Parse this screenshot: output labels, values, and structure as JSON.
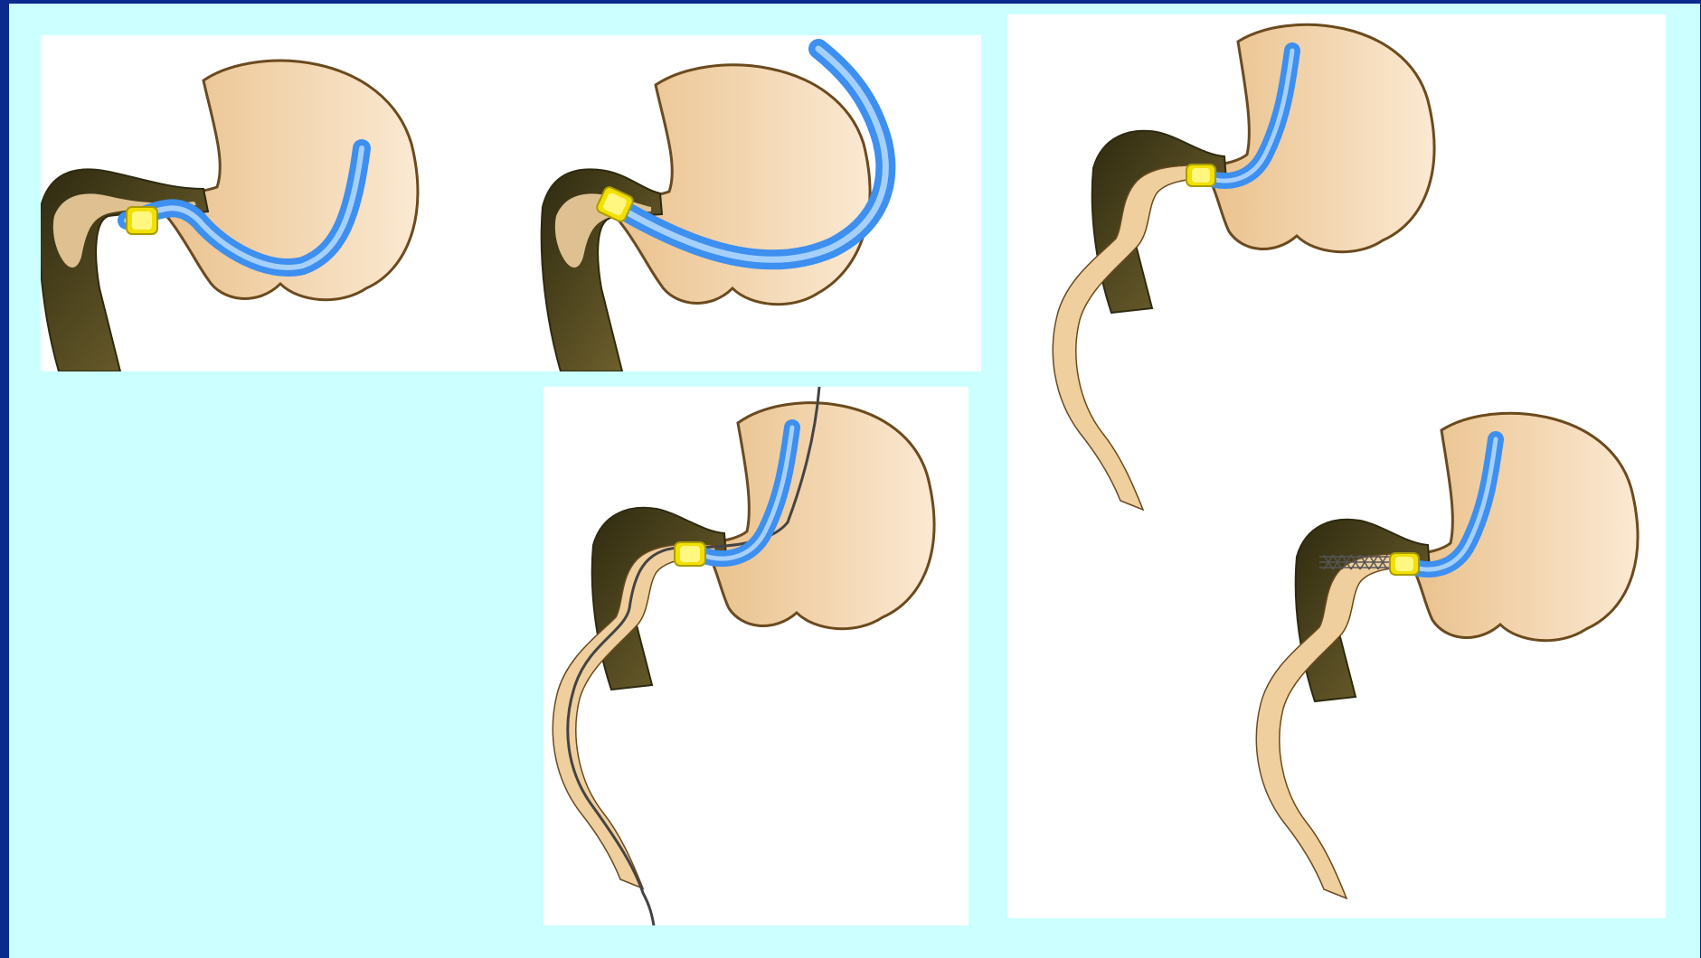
{
  "colors": {
    "frame": "#0a2a8e",
    "background": "#ccffff",
    "panel": "#ffffff",
    "organ_fill": "#f5d6ad",
    "organ_outline": "#6b4a1e",
    "duodenum_wall": "#4a4520",
    "duct": "#f0cf9f",
    "tube": "#3d8ff0",
    "tube_highlight": "#bfe0ff",
    "ring": "#f2e000",
    "wire": "#444444"
  },
  "icons": [
    "stomach-shape",
    "duodenum-shape",
    "blue-tube",
    "yellow-ring",
    "guidewire",
    "stent-mesh"
  ]
}
